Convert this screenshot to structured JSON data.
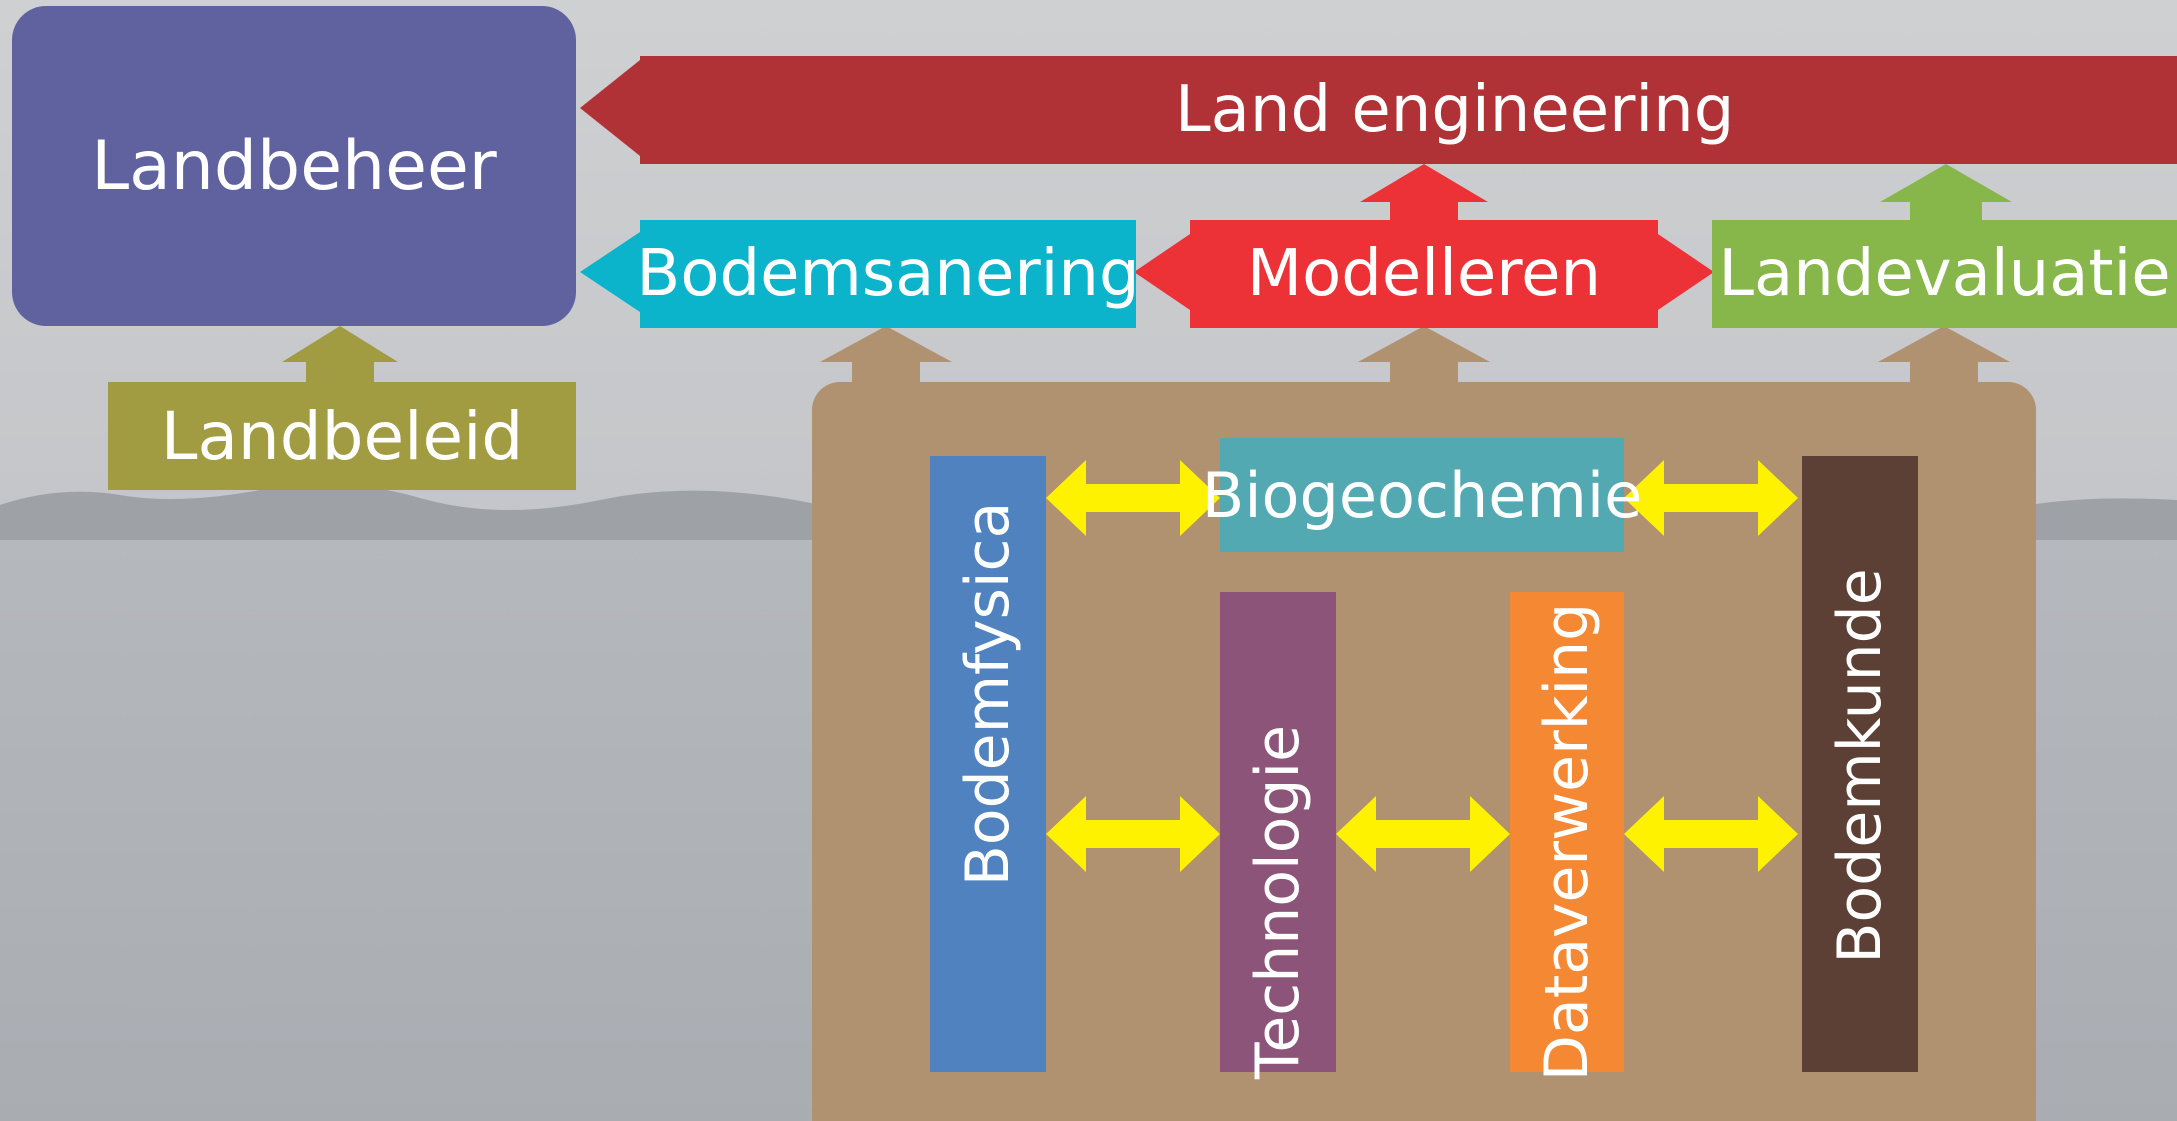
{
  "boxes": {
    "landbeheer": "Landbeheer",
    "landbeleid": "Landbeleid",
    "land_engineering": "Land engineering",
    "bodemsanering": "Bodemsanering",
    "modelleren": "Modelleren",
    "landevaluatie": "Landevaluatie",
    "biogeochemie": "Biogeochemie",
    "bodemfysica": "Bodemfysica",
    "technologie": "Technologie",
    "dataverwerking": "Dataverwerking",
    "bodemkunde": "Bodemkunde"
  },
  "colors": {
    "landbeheer": "#6062a0",
    "landbeleid": "#a19c42",
    "land_engineering": "#b13236",
    "bodemsanering": "#0bb4cb",
    "modelleren": "#ec3237",
    "landevaluatie": "#87b64b",
    "soil_panel": "#b09170",
    "biogeochemie": "#53a9b1",
    "bodemfysica": "#4f82bf",
    "technologie": "#8c5478",
    "dataverwerking": "#f58832",
    "bodemkunde": "#5c4035",
    "connector_yellow": "#fff200"
  }
}
